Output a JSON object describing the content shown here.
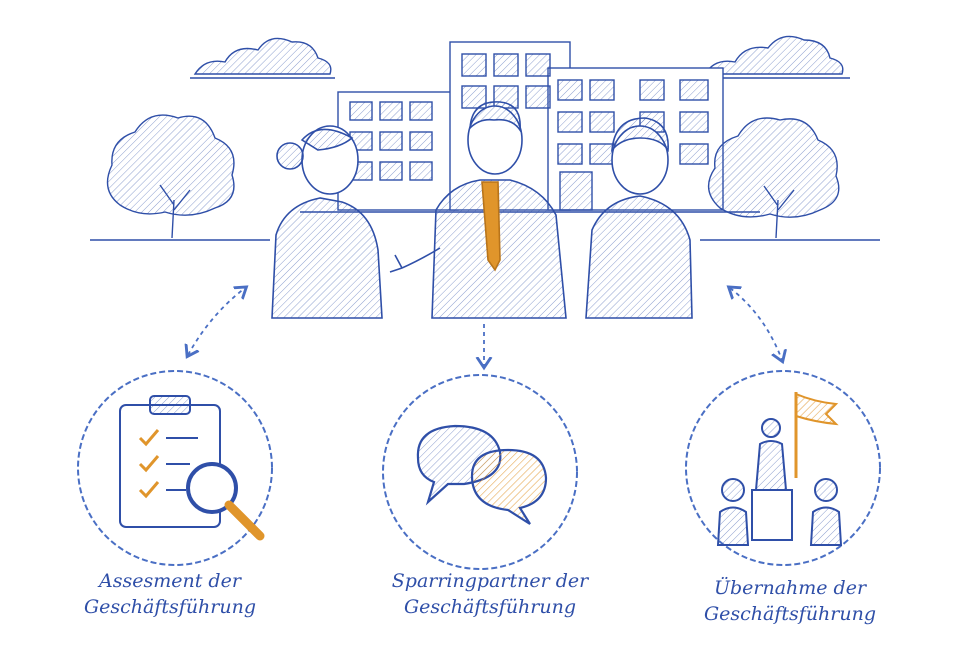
{
  "colors": {
    "ink": "#2f4fa8",
    "ink_light": "#7f9bd6",
    "accent": "#e0952b",
    "background": "#ffffff"
  },
  "scene": {
    "center_illustration": [
      "building-icon",
      "tree-icon",
      "cloud-icon",
      "businesswoman-icon",
      "businessman-center-icon",
      "businessman-right-icon"
    ]
  },
  "nodes": [
    {
      "icon": "clipboard-magnifier-icon",
      "label_line1": "Assesment der",
      "label_line2": "Geschäftsführung"
    },
    {
      "icon": "speech-bubbles-icon",
      "label_line1": "Sparringpartner der",
      "label_line2": "Geschäftsführung"
    },
    {
      "icon": "leader-flag-podium-icon",
      "label_line1": "Übernahme der",
      "label_line2": "Geschäftsführung"
    }
  ]
}
